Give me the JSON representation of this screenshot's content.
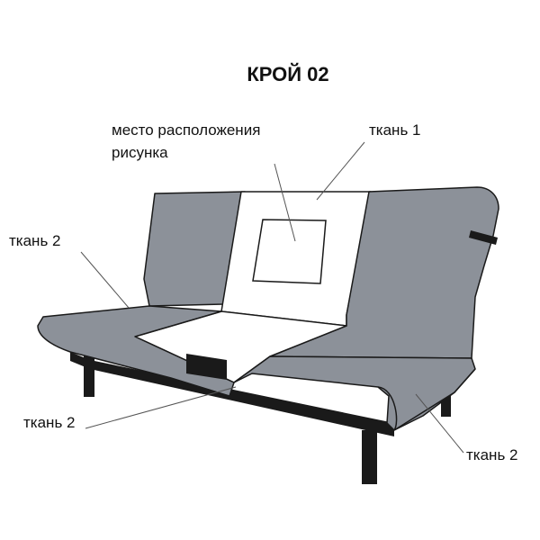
{
  "diagram": {
    "title": "КРОЙ 02",
    "labels": {
      "picture_line1": "место расположения",
      "picture_line2": "рисунка",
      "fabric1": "ткань 1",
      "fabric2_left": "ткань 2",
      "fabric2_bottom": "ткань 2",
      "fabric2_right": "ткань 2"
    },
    "colors": {
      "fabric1": "#ffffff",
      "fabric2": "#8c9199",
      "outline": "#1a1a1a",
      "legs": "#1a1a1a"
    }
  }
}
